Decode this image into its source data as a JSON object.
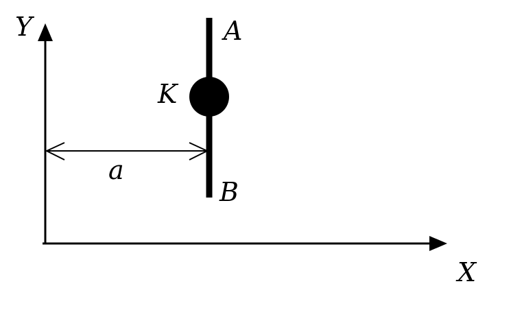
{
  "diagram": {
    "axes": {
      "x_label": "X",
      "y_label": "Y"
    },
    "rod": {
      "top_label": "A",
      "bottom_label": "B"
    },
    "bead": {
      "label": "K"
    },
    "distance": {
      "label": "a"
    },
    "colors": {
      "ink": "#000000",
      "background": "#ffffff"
    }
  }
}
